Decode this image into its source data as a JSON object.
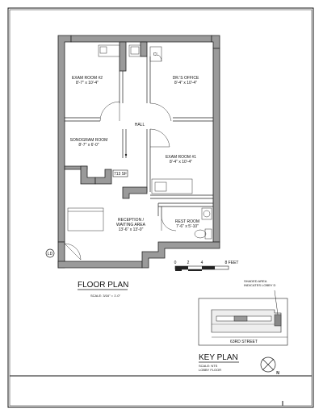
{
  "rooms": {
    "exam2": {
      "name": "EXAM ROOM #2",
      "dims": "8'-7\" x 10'-4\""
    },
    "dr_office": {
      "name": "DR.'S OFFICE",
      "dims": "8'-4\" x 10'-4\""
    },
    "hall": {
      "name": "HALL"
    },
    "sonogram": {
      "name": "SONOGRAM ROOM",
      "dims": "8'-7\" x 6'-0\""
    },
    "exam1": {
      "name": "EXAM ROOM #1",
      "dims": "8'-4\" x 10'-4\""
    },
    "area": {
      "value": "713 SF"
    },
    "reception": {
      "name1": "RECEPTION /",
      "name2": "WAITING AREA",
      "dims": "13'-6\" x 13'-0\""
    },
    "restroom": {
      "name": "REST ROOM",
      "dims": "7'-6\" x 5'-10\""
    },
    "cl": {
      "name": "CL"
    },
    "ld": {
      "name": "LD"
    }
  },
  "scale_bar": {
    "t0": "0",
    "t2": "2",
    "t4": "4",
    "t8": "8 FEET"
  },
  "floor_plan": {
    "title": "FLOOR PLAN",
    "scale": "SCALE: 3/16\" = 1'-0\""
  },
  "key_plan": {
    "note1": "SHADED AREA",
    "note2": "INDICATES LOBBY D",
    "street": "63RD STREET",
    "title": "KEY PLAN",
    "sub1": "SCALE: NTS",
    "sub2": "LOBBY FLOOR",
    "north": "N"
  }
}
